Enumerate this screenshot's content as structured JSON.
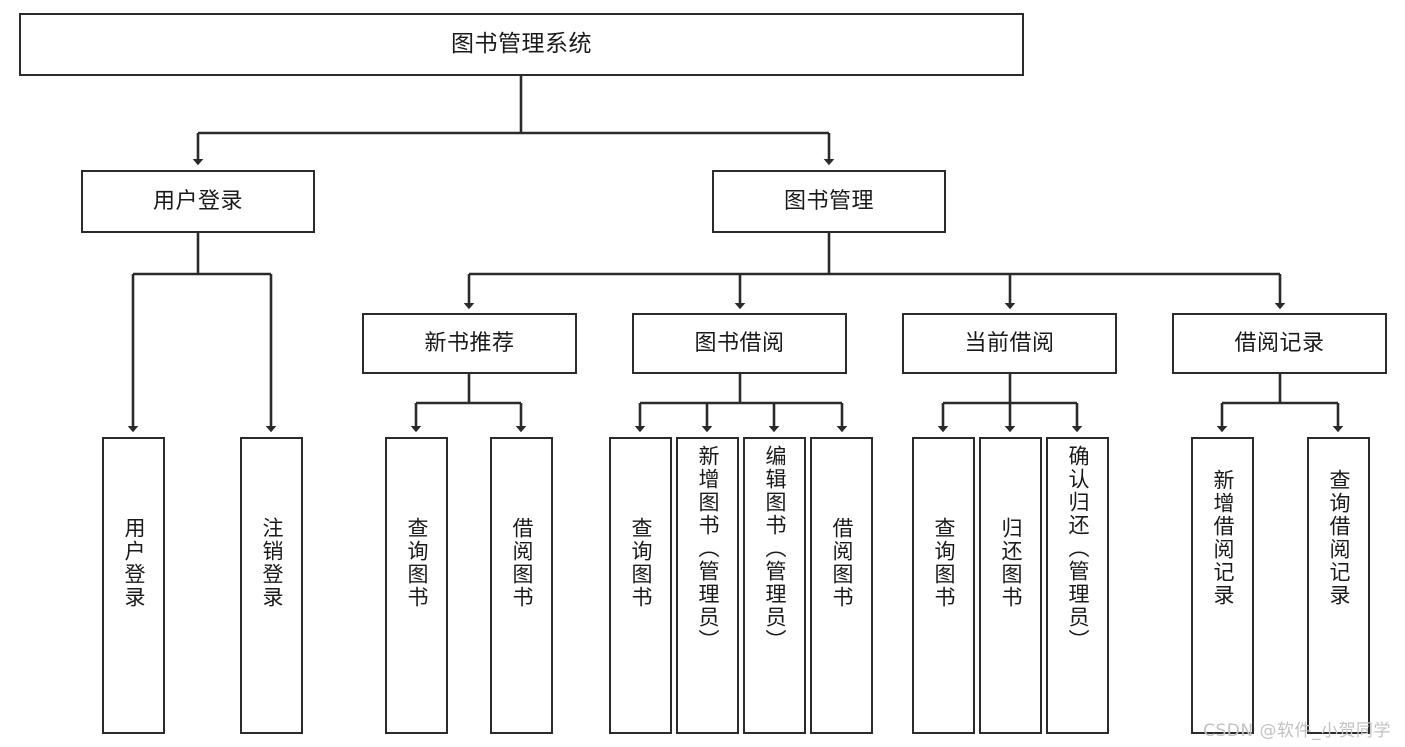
{
  "diagram": {
    "title": "图书管理系统",
    "type": "tree-hierarchy-chart",
    "watermark": "CSDN @软件_小贺同学",
    "colors": {
      "stroke": "#2b2b2b",
      "fill": "#ffffff",
      "text": "#1a1a1a",
      "watermark": "#c2c2c2"
    },
    "nodes": {
      "root": {
        "label": "图书管理系统"
      },
      "level2": [
        {
          "id": "user-login",
          "label": "用户登录"
        },
        {
          "id": "book-manage",
          "label": "图书管理"
        }
      ],
      "level3": [
        {
          "id": "new-book-recommend",
          "label": "新书推荐"
        },
        {
          "id": "book-borrow",
          "label": "图书借阅"
        },
        {
          "id": "current-borrow",
          "label": "当前借阅"
        },
        {
          "id": "borrow-record",
          "label": "借阅记录"
        }
      ],
      "leaves": {
        "user_login": [
          {
            "id": "leaf-user-login",
            "label": "用户登录"
          },
          {
            "id": "leaf-logout-login",
            "label": "注销登录"
          }
        ],
        "new_book_recommend": [
          {
            "id": "leaf-query-book-1",
            "label": "查询图书"
          },
          {
            "id": "leaf-borrow-book-1",
            "label": "借阅图书"
          }
        ],
        "book_borrow": [
          {
            "id": "leaf-query-book-2",
            "label": "查询图书"
          },
          {
            "id": "leaf-add-book",
            "label": "新增图书（管理员）"
          },
          {
            "id": "leaf-edit-book",
            "label": "编辑图书（管理员）"
          },
          {
            "id": "leaf-borrow-book-2",
            "label": "借阅图书"
          }
        ],
        "current_borrow": [
          {
            "id": "leaf-query-book-3",
            "label": "查询图书"
          },
          {
            "id": "leaf-return-book",
            "label": "归还图书"
          },
          {
            "id": "leaf-confirm-return",
            "label": "确认归还（管理员）"
          }
        ],
        "borrow_record": [
          {
            "id": "leaf-add-record",
            "label": "新增借阅记录"
          },
          {
            "id": "leaf-query-record",
            "label": "查询借阅记录"
          }
        ]
      }
    }
  }
}
